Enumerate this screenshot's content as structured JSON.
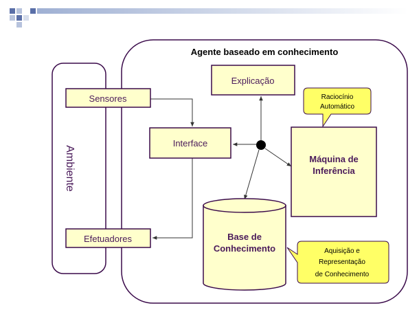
{
  "agent": {
    "title": "Agente baseado em conhecimento"
  },
  "environment": {
    "label": "Ambiente"
  },
  "components": {
    "sensores": "Sensores",
    "efetuadores": "Efetuadores",
    "interface": "Interface",
    "explicacao": "Explicação",
    "maquina_line1": "Máquina de",
    "maquina_line2": "Inferência",
    "base_line1": "Base de",
    "base_line2": "Conhecimento"
  },
  "callouts": {
    "raciocinio_line1": "Raciocínio",
    "raciocinio_line2": "Automático",
    "aquisicao_line1": "Aquisição e",
    "aquisicao_line2": "Representação",
    "aquisicao_line3": "de Conhecimento"
  },
  "colors": {
    "box_fill": "#ffffcc",
    "callout_fill": "#ffff66",
    "outline": "#3a0a4a",
    "text_purple": "#4a1a5a",
    "logo_blue": "#5a6fa8",
    "logo_light": "#b7c3dd",
    "rule_gradient_start": "#9fb0d3"
  }
}
